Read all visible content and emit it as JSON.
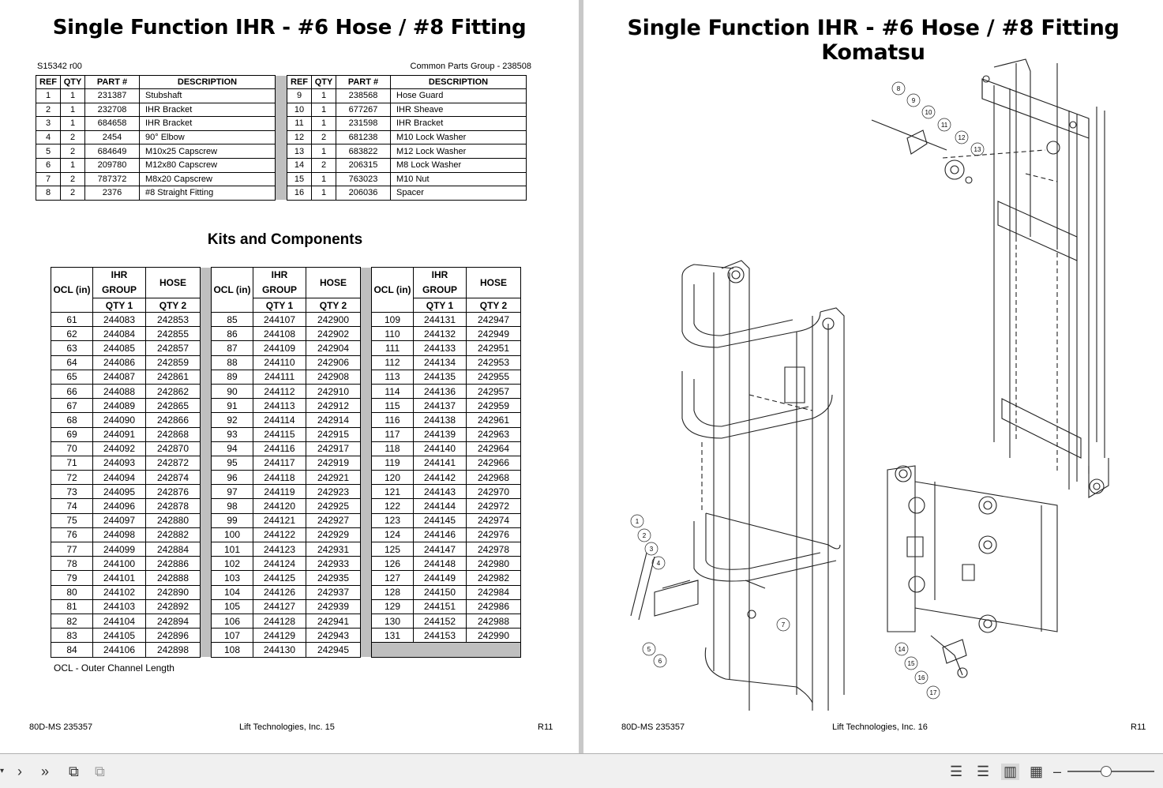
{
  "left_page": {
    "title": "Single Function IHR - #6 Hose / #8 Fitting",
    "doc_id": "S15342 r00",
    "common_parts": "Common Parts Group - 238508",
    "parts_headers": [
      "REF",
      "QTY",
      "PART #",
      "DESCRIPTION"
    ],
    "parts_left": [
      [
        "1",
        "1",
        "231387",
        "Stubshaft"
      ],
      [
        "2",
        "1",
        "232708",
        "IHR Bracket"
      ],
      [
        "3",
        "1",
        "684658",
        "IHR Bracket"
      ],
      [
        "4",
        "2",
        "2454",
        "90° Elbow"
      ],
      [
        "5",
        "2",
        "684649",
        "M10x25 Capscrew"
      ],
      [
        "6",
        "1",
        "209780",
        "M12x80 Capscrew"
      ],
      [
        "7",
        "2",
        "787372",
        "M8x20 Capscrew"
      ],
      [
        "8",
        "2",
        "2376",
        "#8 Straight Fitting"
      ]
    ],
    "parts_right": [
      [
        "9",
        "1",
        "238568",
        "Hose Guard"
      ],
      [
        "10",
        "1",
        "677267",
        "IHR Sheave"
      ],
      [
        "11",
        "1",
        "231598",
        "IHR Bracket"
      ],
      [
        "12",
        "2",
        "681238",
        "M10 Lock Washer"
      ],
      [
        "13",
        "1",
        "683822",
        "M12 Lock Washer"
      ],
      [
        "14",
        "2",
        "206315",
        "M8 Lock Washer"
      ],
      [
        "15",
        "1",
        "763023",
        "M10 Nut"
      ],
      [
        "16",
        "1",
        "206036",
        "Spacer"
      ]
    ],
    "kits_title": "Kits and Components",
    "kits_headers": {
      "ocl": "OCL (in)",
      "ihr_top": "IHR",
      "ihr_bottom": "GROUP",
      "hose": "HOSE",
      "qty1": "QTY 1",
      "qty2": "QTY 2"
    },
    "kits_col1": [
      [
        "61",
        "244083",
        "242853"
      ],
      [
        "62",
        "244084",
        "242855"
      ],
      [
        "63",
        "244085",
        "242857"
      ],
      [
        "64",
        "244086",
        "242859"
      ],
      [
        "65",
        "244087",
        "242861"
      ],
      [
        "66",
        "244088",
        "242862"
      ],
      [
        "67",
        "244089",
        "242865"
      ],
      [
        "68",
        "244090",
        "242866"
      ],
      [
        "69",
        "244091",
        "242868"
      ],
      [
        "70",
        "244092",
        "242870"
      ],
      [
        "71",
        "244093",
        "242872"
      ],
      [
        "72",
        "244094",
        "242874"
      ],
      [
        "73",
        "244095",
        "242876"
      ],
      [
        "74",
        "244096",
        "242878"
      ],
      [
        "75",
        "244097",
        "242880"
      ],
      [
        "76",
        "244098",
        "242882"
      ],
      [
        "77",
        "244099",
        "242884"
      ],
      [
        "78",
        "244100",
        "242886"
      ],
      [
        "79",
        "244101",
        "242888"
      ],
      [
        "80",
        "244102",
        "242890"
      ],
      [
        "81",
        "244103",
        "242892"
      ],
      [
        "82",
        "244104",
        "242894"
      ],
      [
        "83",
        "244105",
        "242896"
      ],
      [
        "84",
        "244106",
        "242898"
      ]
    ],
    "kits_col2": [
      [
        "85",
        "244107",
        "242900"
      ],
      [
        "86",
        "244108",
        "242902"
      ],
      [
        "87",
        "244109",
        "242904"
      ],
      [
        "88",
        "244110",
        "242906"
      ],
      [
        "89",
        "244111",
        "242908"
      ],
      [
        "90",
        "244112",
        "242910"
      ],
      [
        "91",
        "244113",
        "242912"
      ],
      [
        "92",
        "244114",
        "242914"
      ],
      [
        "93",
        "244115",
        "242915"
      ],
      [
        "94",
        "244116",
        "242917"
      ],
      [
        "95",
        "244117",
        "242919"
      ],
      [
        "96",
        "244118",
        "242921"
      ],
      [
        "97",
        "244119",
        "242923"
      ],
      [
        "98",
        "244120",
        "242925"
      ],
      [
        "99",
        "244121",
        "242927"
      ],
      [
        "100",
        "244122",
        "242929"
      ],
      [
        "101",
        "244123",
        "242931"
      ],
      [
        "102",
        "244124",
        "242933"
      ],
      [
        "103",
        "244125",
        "242935"
      ],
      [
        "104",
        "244126",
        "242937"
      ],
      [
        "105",
        "244127",
        "242939"
      ],
      [
        "106",
        "244128",
        "242941"
      ],
      [
        "107",
        "244129",
        "242943"
      ],
      [
        "108",
        "244130",
        "242945"
      ]
    ],
    "kits_col3": [
      [
        "109",
        "244131",
        "242947"
      ],
      [
        "110",
        "244132",
        "242949"
      ],
      [
        "111",
        "244133",
        "242951"
      ],
      [
        "112",
        "244134",
        "242953"
      ],
      [
        "113",
        "244135",
        "242955"
      ],
      [
        "114",
        "244136",
        "242957"
      ],
      [
        "115",
        "244137",
        "242959"
      ],
      [
        "116",
        "244138",
        "242961"
      ],
      [
        "117",
        "244139",
        "242963"
      ],
      [
        "118",
        "244140",
        "242964"
      ],
      [
        "119",
        "244141",
        "242966"
      ],
      [
        "120",
        "244142",
        "242968"
      ],
      [
        "121",
        "244143",
        "242970"
      ],
      [
        "122",
        "244144",
        "242972"
      ],
      [
        "123",
        "244145",
        "242974"
      ],
      [
        "124",
        "244146",
        "242976"
      ],
      [
        "125",
        "244147",
        "242978"
      ],
      [
        "126",
        "244148",
        "242980"
      ],
      [
        "127",
        "244149",
        "242982"
      ],
      [
        "128",
        "244150",
        "242984"
      ],
      [
        "129",
        "244151",
        "242986"
      ],
      [
        "130",
        "244152",
        "242988"
      ],
      [
        "131",
        "244153",
        "242990"
      ]
    ],
    "ocl_note": "OCL - Outer Channel Length",
    "footer_left": "80D-MS 235357",
    "footer_center": "Lift Technologies, Inc. 15",
    "footer_right": "R11"
  },
  "right_page": {
    "title": "Single Function IHR - #6 Hose / #8 Fitting Komatsu",
    "callouts": [
      "1",
      "2",
      "3",
      "4",
      "5",
      "6",
      "7",
      "8",
      "9",
      "10",
      "11",
      "12",
      "13",
      "14",
      "15",
      "16",
      "17"
    ],
    "footer_left": "80D-MS 235357",
    "footer_center": "Lift Technologies, Inc. 16",
    "footer_right": "R11"
  },
  "toolbar": {
    "icons": [
      "dropdown-arrow-icon",
      "next-page-icon",
      "last-page-icon",
      "rotate-icon",
      "page-copy-icon",
      "single-page-icon",
      "continuous-page-icon",
      "two-page-icon",
      "two-page-continuous-icon",
      "zoom-out-icon",
      "zoom-slider"
    ]
  }
}
